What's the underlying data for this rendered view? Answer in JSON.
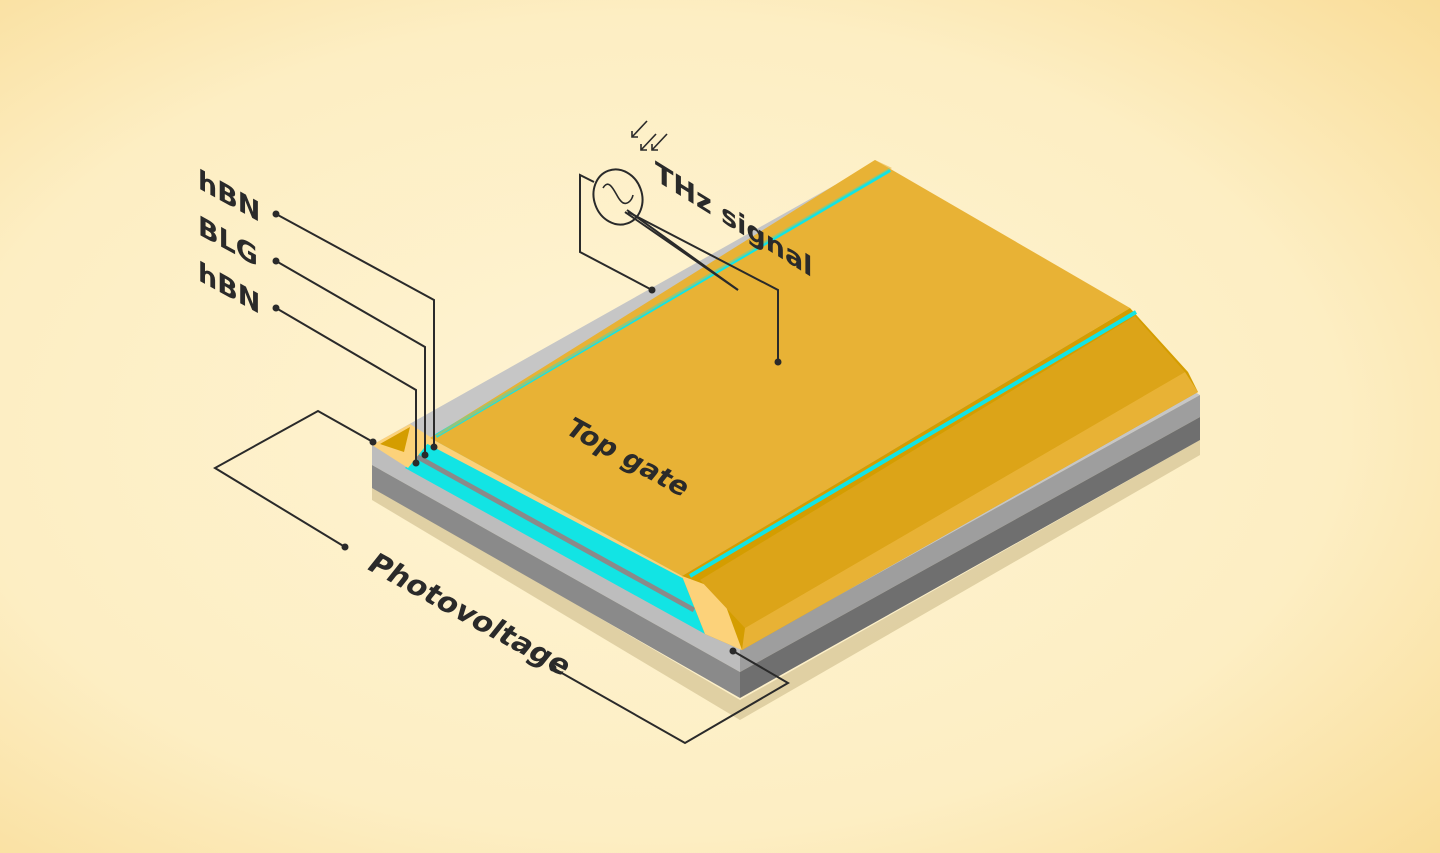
{
  "labels": {
    "layer_top": "hBN",
    "layer_middle": "BLG",
    "layer_bottom": "hBN",
    "signal": "THz signal",
    "gate": "Top gate",
    "output": "Photovoltage"
  },
  "colors": {
    "background": "#fdefc6",
    "gold": "#e8b235",
    "gold_dark": "#d49d00",
    "gold_light": "#fcd27a",
    "cyan": "#12e4e4",
    "substrate_light": "#bdbdbd",
    "substrate_dark": "#8a8a8a",
    "ink": "#2a2a2a"
  },
  "icons": [
    "incoming-radiation-arrows-icon",
    "ac-source-icon"
  ]
}
